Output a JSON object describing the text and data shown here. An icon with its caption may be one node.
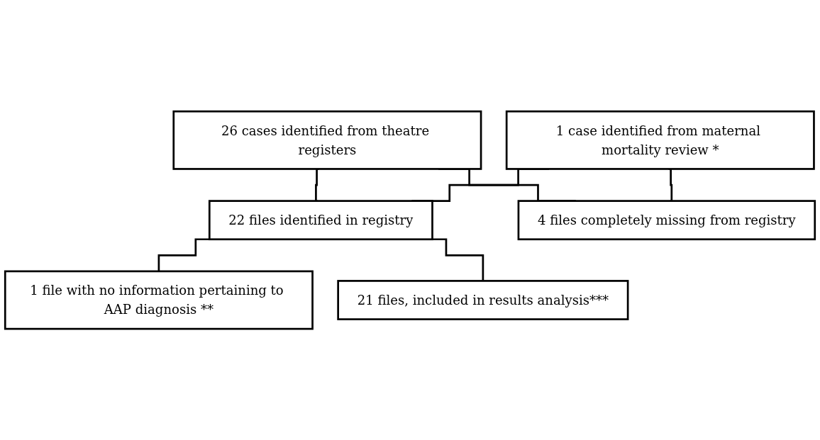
{
  "diagram": {
    "nodes": [
      {
        "text": [
          "26 cases identified from theatre registers"
        ]
      },
      {
        "text": [
          "1 case identified from maternal mortality review *"
        ]
      },
      {
        "text": [
          "22 files identified in registry"
        ]
      },
      {
        "text": [
          "4 files completely missing from registry"
        ]
      },
      {
        "text": [
          "1 file with no information pertaining to AAP diagnosis **"
        ]
      },
      {
        "text": [
          "21 files, included in results analysis***"
        ]
      }
    ],
    "edges": [
      {
        "from": 0,
        "to": 2,
        "arrow": "none"
      },
      {
        "from": 0,
        "to": 3,
        "arrow": "none"
      },
      {
        "from": 1,
        "to": 2,
        "arrow": "none"
      },
      {
        "from": 1,
        "to": 3,
        "arrow": "none"
      },
      {
        "from": 2,
        "to": 4,
        "arrow": "none"
      },
      {
        "from": 2,
        "to": 5,
        "arrow": "none"
      }
    ]
  }
}
